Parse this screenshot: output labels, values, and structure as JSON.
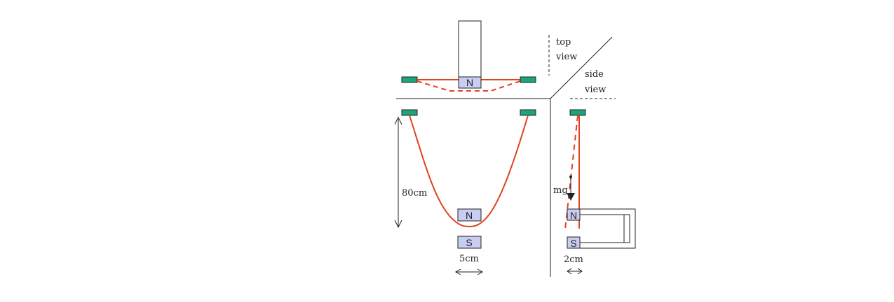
{
  "labels": {
    "top_view_line1": "top",
    "top_view_line2": "view",
    "side_view_line1": "side",
    "side_view_line2": "view",
    "length_label": "80cm",
    "width_front_label": "5cm",
    "width_side_label": "2cm",
    "weight_label": "mg"
  },
  "magnets": {
    "top_north": "N",
    "front_north": "N",
    "front_south": "S",
    "side_north": "N",
    "side_south": "S"
  },
  "colors": {
    "wire": "#e0421c",
    "magnet_fill": "#c9cdf2",
    "support_fill": "#19a57e",
    "line": "#222222"
  }
}
